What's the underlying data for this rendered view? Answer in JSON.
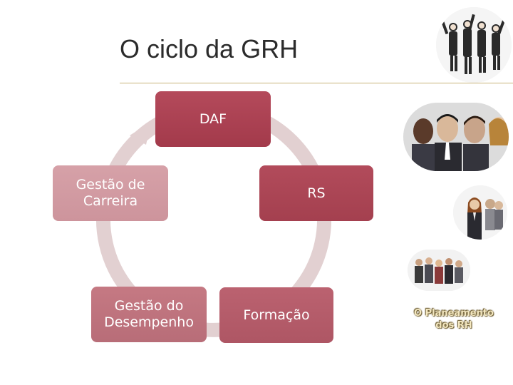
{
  "slide": {
    "title": "O ciclo da GRH"
  },
  "cycle": {
    "nodes": [
      {
        "id": "daf",
        "label": "DAF"
      },
      {
        "id": "rs",
        "label": "RS"
      },
      {
        "id": "formacao",
        "label": "Formação"
      },
      {
        "id": "gestao_desempenho",
        "label": "Gestão do Desempenho"
      },
      {
        "id": "gestao_carreira",
        "label": "Gestão de Carreira"
      }
    ],
    "colors": {
      "ring": "#e2cfcf",
      "node_dark": "#a33a4b",
      "node_light": "#cd949c"
    }
  },
  "side_panel": {
    "photos": [
      {
        "subject": "group-celebrating-photo"
      },
      {
        "subject": "business-team-photo"
      },
      {
        "subject": "businesswoman-team-photo"
      },
      {
        "subject": "small-team-photo"
      }
    ],
    "caption_line1": "O Planeamento",
    "caption_line2": "dos RH"
  }
}
